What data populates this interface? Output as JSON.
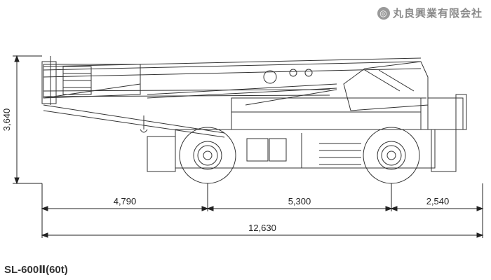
{
  "brand": {
    "name": "丸良興業有限会社",
    "mark": "◎"
  },
  "model_label": "SL-600Ⅱ(60t)",
  "dimensions": {
    "height": "3,640",
    "front_overhang": "4,790",
    "wheelbase": "5,300",
    "rear_overhang": "2,540",
    "overall_length": "12,630"
  },
  "colors": {
    "line": "#333333",
    "dimension": "#222222",
    "brand": "#8a8a8a"
  }
}
